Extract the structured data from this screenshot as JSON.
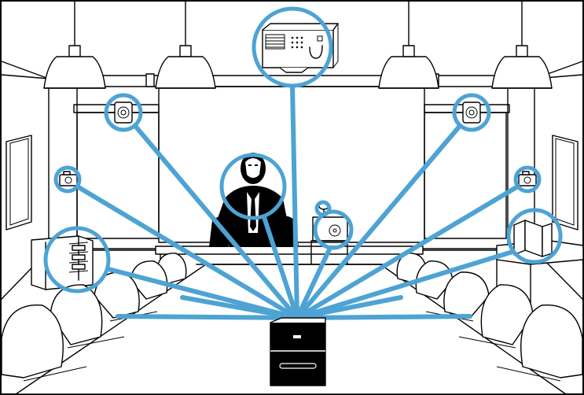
{
  "colors": {
    "accent": "#4da3d4",
    "line": "#000000",
    "background": "#ffffff"
  },
  "hub": {
    "icon": "av-control-box-icon"
  },
  "devices": [
    {
      "id": "projector",
      "icon": "projector-icon"
    },
    {
      "id": "speaker-left",
      "icon": "speaker-icon"
    },
    {
      "id": "speaker-right",
      "icon": "speaker-icon"
    },
    {
      "id": "camera-left",
      "icon": "camera-icon"
    },
    {
      "id": "camera-right",
      "icon": "camera-icon"
    },
    {
      "id": "presenter",
      "icon": "person-icon"
    },
    {
      "id": "document-camera",
      "icon": "document-camera-icon"
    },
    {
      "id": "equipment-rack",
      "icon": "rack-icon"
    },
    {
      "id": "binders",
      "icon": "binder-icon"
    }
  ]
}
